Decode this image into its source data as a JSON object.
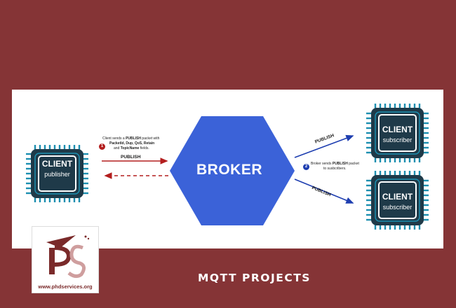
{
  "broker": {
    "label": "BROKER",
    "color": "#3b62d8"
  },
  "publisher": {
    "title": "CLIENT",
    "subtitle": "publisher"
  },
  "subscribers": [
    {
      "title": "CLIENT",
      "subtitle": "subscriber"
    },
    {
      "title": "CLIENT",
      "subtitle": "subscriber"
    }
  ],
  "left_note": {
    "step": "1",
    "line1_pre": "Client sends a ",
    "line1_bold": "PUBLISH",
    "line1_post": " packet with",
    "line2": "PacketId, Dup, QoS, Retain",
    "line3_pre": "and ",
    "line3_bold": "TopicName",
    "line3_post": " fields."
  },
  "right_note": {
    "step": "2",
    "line1_pre": "Broker sends ",
    "line1_bold": "PUBLISH",
    "line1_post": " packet",
    "line2": "to susbcribers."
  },
  "arrow_labels": {
    "left_publish": "PUBLISH",
    "right_upper_publish": "PUBLISH",
    "right_lower_publish": "PUBLISH"
  },
  "logo": {
    "url": "www.phdservices.org",
    "mark": "PS"
  },
  "footer": {
    "title": "MQTT PROJECTS"
  },
  "colors": {
    "background": "#853436",
    "chip_dark": "#1f3a49",
    "chip_ring": "#1c8fb0",
    "red_arrow": "#b31e1e",
    "blue_arrow": "#1e3eb0"
  }
}
